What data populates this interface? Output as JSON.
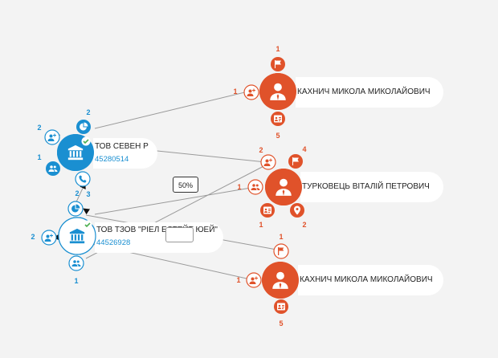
{
  "colors": {
    "blue": "#1a8fd1",
    "orange": "#e0522a",
    "check": "#4caf50",
    "edge": "#9a9a9a"
  },
  "companies": [
    {
      "name": "ТОВ СЕВЕН Р",
      "code": "45280514"
    },
    {
      "name": "ТОВ ТЗОВ \"РІЕЛ ЕСТЕЙТ ЮЕЙ\"",
      "code": "44526928"
    }
  ],
  "persons": [
    {
      "name": "КАХНИЧ МИКОЛА МИКОЛАЙОВИЧ"
    },
    {
      "name": "ТУРКОВЕЦЬ ВІТАЛІЙ ПЕТРОВИЧ"
    },
    {
      "name": "КАХНИЧ МИКОЛА МИКОЛАЙОВИЧ"
    }
  ],
  "counts": {
    "c1_top": "2",
    "c1_left": "2",
    "c1_bottom_left": "1",
    "c1_bottom": "2",
    "c2_top": "3",
    "c2_left": "2",
    "c2_bottom": "1",
    "p1_top": "1",
    "p1_left": "1",
    "p1_bottom": "5",
    "p2_flag": "4",
    "p2_share": "2",
    "p2_left": "1",
    "p2_bottom_left": "1",
    "p2_bottom_right": "2",
    "p3_top": "1",
    "p3_left": "1",
    "p3_bottom": "5"
  },
  "edge_label": "50%",
  "icons": [
    "bank-icon",
    "person-icon",
    "pie-chart-icon",
    "add-person-icon",
    "group-icon",
    "phone-icon",
    "flag-icon",
    "document-icon",
    "location-icon",
    "check-icon"
  ]
}
